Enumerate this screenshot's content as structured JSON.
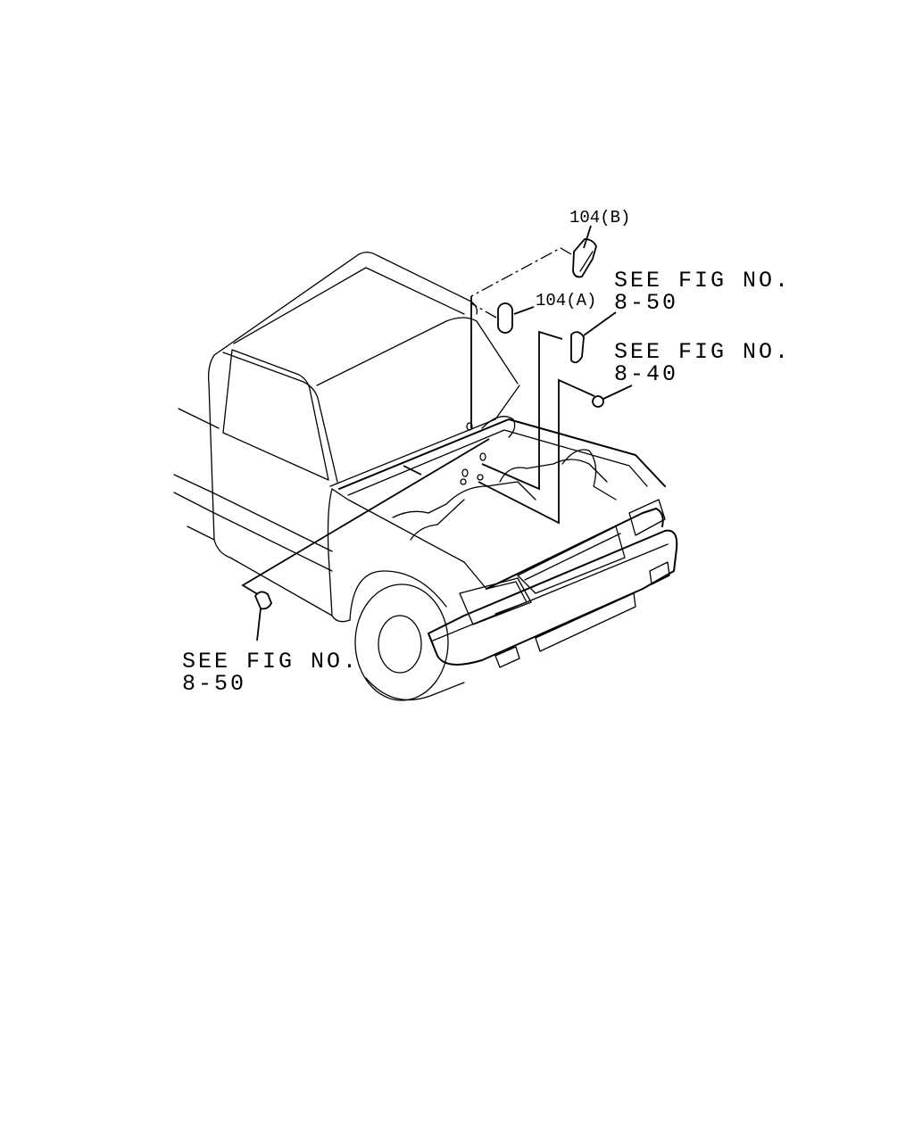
{
  "diagram": {
    "callouts": {
      "part_104b": "104(B)",
      "part_104a": "104(A)",
      "ref_top_line1": "SEE FIG NO.",
      "ref_top_line2": "8-50",
      "ref_mid_line1": "SEE FIG NO.",
      "ref_mid_line2": "8-40",
      "ref_bottom_line1": "SEE FIG NO.",
      "ref_bottom_line2": "8-50"
    }
  }
}
